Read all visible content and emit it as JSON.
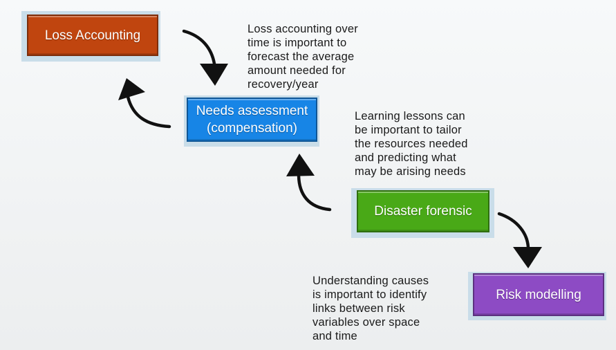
{
  "boxes": {
    "loss_accounting": {
      "label": "Loss Accounting",
      "color": "#c0450f"
    },
    "needs_assessment": {
      "label": "Needs assessment\n(compensation)",
      "color": "#1785e6"
    },
    "disaster_forensic": {
      "label": "Disaster forensic",
      "color": "#49a917"
    },
    "risk_modelling": {
      "label": "Risk modelling",
      "color": "#8d4bc4"
    }
  },
  "notes": {
    "loss_accounting_note": "Loss accounting over\ntime is important to\nforecast the average\namount needed for\nrecovery/year",
    "learning_lessons_note": "Learning lessons can\nbe important to tailor\nthe resources needed\nand predicting what\nmay be arising needs",
    "understanding_causes_note": "Understanding causes\nis important to identify\nlinks between risk\nvariables over space\nand time"
  },
  "arrows": [
    {
      "name": "arrow-loss-to-needs",
      "direction": "down"
    },
    {
      "name": "arrow-needs-to-loss",
      "direction": "up"
    },
    {
      "name": "arrow-forensic-to-needs",
      "direction": "up"
    },
    {
      "name": "arrow-forensic-to-risk",
      "direction": "down"
    }
  ]
}
